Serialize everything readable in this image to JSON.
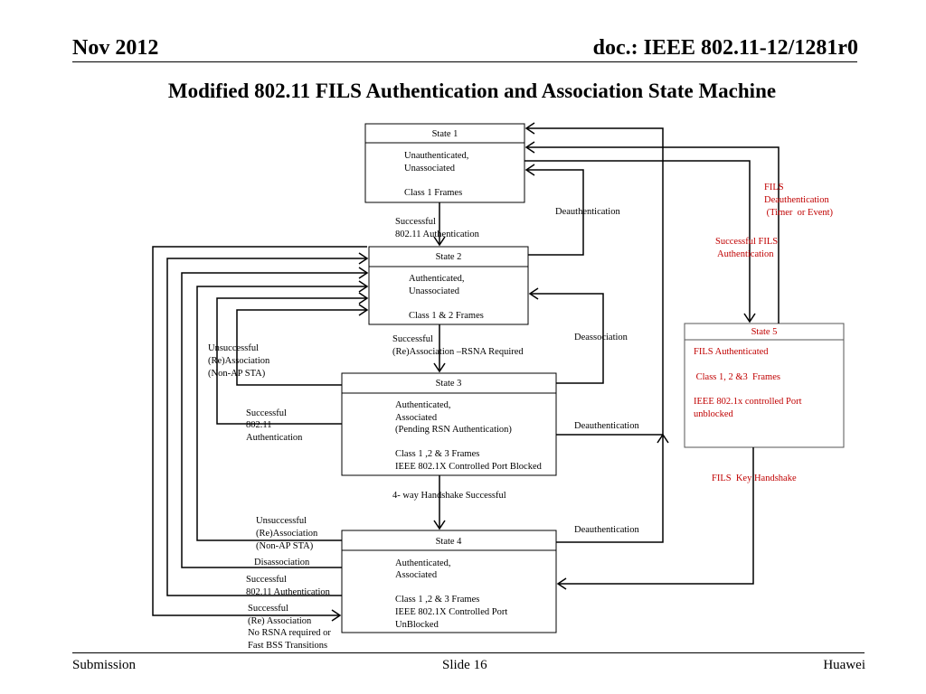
{
  "header": {
    "date": "Nov 2012",
    "doc": "doc.: IEEE 802.11-12/1281r0"
  },
  "title": "Modified 802.11 FILS Authentication and Association State Machine",
  "footer": {
    "left": "Submission",
    "center": "Slide 16",
    "right": "Huawei"
  },
  "states": {
    "s1": {
      "title": "State 1",
      "lines": [
        "Unauthenticated,",
        "Unassociated",
        "",
        "Class 1 Frames"
      ]
    },
    "s2": {
      "title": "State 2",
      "lines": [
        "Authenticated,",
        "Unassociated",
        "",
        "Class 1 & 2 Frames"
      ]
    },
    "s3": {
      "title": "State 3",
      "lines": [
        "Authenticated,",
        "Associated",
        "(Pending RSN Authentication)",
        "",
        "Class 1 ,2  & 3 Frames",
        "IEEE 802.1X Controlled Port Blocked"
      ]
    },
    "s4": {
      "title": "State 4",
      "lines": [
        "Authenticated,",
        "Associated",
        "",
        "Class 1 ,2  & 3 Frames",
        "IEEE 802.1X Controlled Port",
        "UnBlocked"
      ]
    },
    "s5": {
      "title": "State 5",
      "lines": [
        "FILS  Authenticated",
        "",
        " Class 1, 2 &3  Frames",
        "",
        "IEEE 802.1x controlled Port",
        "unblocked"
      ]
    }
  },
  "transitions": {
    "t12": [
      "Successful",
      "802.11 Authentication"
    ],
    "deauth_s2": [
      "Deauthentication"
    ],
    "t23": [
      "Successful",
      "(Re)Association –RSNA Required"
    ],
    "disassoc_s3": [
      "Deassociation"
    ],
    "unsucc_reassoc_1": [
      "Unsuccessful",
      "(Re)Association",
      "(Non-AP STA)"
    ],
    "succ_auth_s3": [
      "Successful",
      "802.11",
      "Authentication"
    ],
    "deauth_s3": [
      "Deauthentication"
    ],
    "t34": [
      "4- way Handshake Successful"
    ],
    "unsucc_reassoc_2": [
      "Unsuccessful",
      "(Re)Association",
      "(Non-AP STA)"
    ],
    "deauth_s4": [
      "Deauthentication"
    ],
    "disassoc_s4": [
      "Disassociation"
    ],
    "succ_auth_s4": [
      "Successful",
      "802.11 Authentication"
    ],
    "succ_reassoc_s4": [
      "Successful",
      "(Re) Association",
      "No RSNA required or",
      "Fast BSS Transitions"
    ],
    "fils_deauth": [
      "FILS",
      "Deauthentication",
      " (Timer  or Event)"
    ],
    "succ_fils_auth": [
      "Successful FILS",
      " Authentication"
    ],
    "fils_key_handshake": [
      "FILS  Key Handshake"
    ]
  },
  "colors": {
    "fils_text": "#c00000",
    "line": "#000000"
  }
}
